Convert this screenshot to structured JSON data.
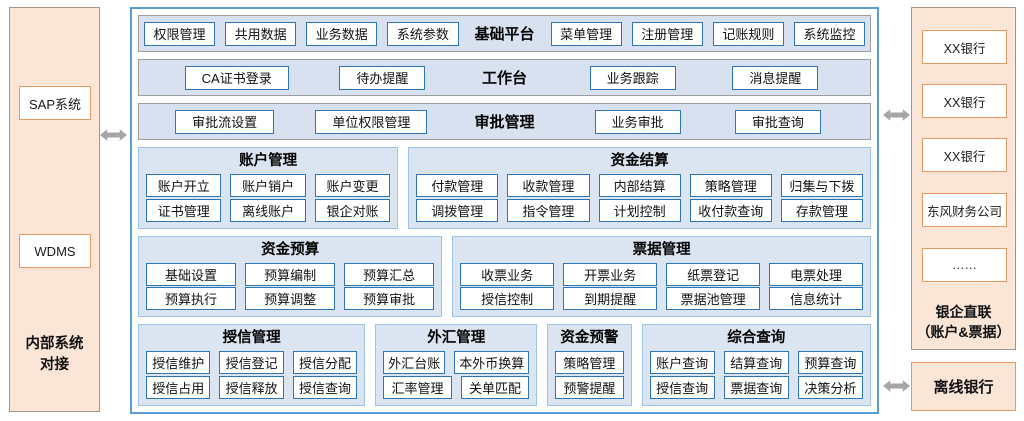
{
  "colors": {
    "accent_blue": "#2e75b6",
    "container_blue": "#5b9bd5",
    "band_fill": "#d7e1f0",
    "group_fill": "#dbe5f1",
    "group_border": "#9dc3e6",
    "panel_peach": "#fae5d7",
    "orange_border": "#e49a62",
    "arrow_gray": "#a6a6a6"
  },
  "left_panel": {
    "systems": [
      "SAP系统",
      "WDMS"
    ],
    "caption_lines": [
      "内部系统",
      "对接"
    ]
  },
  "platform": {
    "bands": [
      {
        "label": "基础平台",
        "left": [
          "权限管理",
          "共用数据",
          "业务数据",
          "系统参数"
        ],
        "right": [
          "菜单管理",
          "注册管理",
          "记账规则",
          "系统监控"
        ]
      },
      {
        "label": "工作台",
        "left": [
          "CA证书登录",
          "待办提醒"
        ],
        "right": [
          "业务跟踪",
          "消息提醒"
        ]
      },
      {
        "label": "审批管理",
        "left": [
          "审批流设置",
          "单位权限管理"
        ],
        "right": [
          "业务审批",
          "审批查询"
        ]
      }
    ],
    "group_rows": [
      [
        {
          "title": "账户管理",
          "button_rows": [
            [
              "账户开立",
              "账户销户",
              "账户变更"
            ],
            [
              "证书管理",
              "离线账户",
              "银企对账"
            ]
          ]
        },
        {
          "title": "资金结算",
          "button_rows": [
            [
              "付款管理",
              "收款管理",
              "内部结算",
              "策略管理",
              "归集与下拨"
            ],
            [
              "调拨管理",
              "指令管理",
              "计划控制",
              "收付款查询",
              "存款管理"
            ]
          ]
        }
      ],
      [
        {
          "title": "资金预算",
          "button_rows": [
            [
              "基础设置",
              "预算编制",
              "预算汇总"
            ],
            [
              "预算执行",
              "预算调整",
              "预算审批"
            ]
          ]
        },
        {
          "title": "票据管理",
          "button_rows": [
            [
              "收票业务",
              "开票业务",
              "纸票登记",
              "电票处理"
            ],
            [
              "授信控制",
              "到期提醒",
              "票据池管理",
              "信息统计"
            ]
          ]
        }
      ],
      [
        {
          "title": "授信管理",
          "button_rows": [
            [
              "授信维护",
              "授信登记",
              "授信分配"
            ],
            [
              "授信占用",
              "授信释放",
              "授信查询"
            ]
          ]
        },
        {
          "title": "外汇管理",
          "button_rows": [
            [
              "外汇台账",
              "本外币换算"
            ],
            [
              "汇率管理",
              "关单匹配"
            ]
          ]
        },
        {
          "title": "资金预警",
          "button_rows": [
            [
              "策略管理"
            ],
            [
              "预警提醒"
            ]
          ]
        },
        {
          "title": "综合查询",
          "button_rows": [
            [
              "账户查询",
              "结算查询",
              "预算查询"
            ],
            [
              "授信查询",
              "票据查询",
              "决策分析"
            ]
          ]
        }
      ]
    ]
  },
  "right_panel": {
    "institutions": [
      "XX银行",
      "XX银行",
      "XX银行",
      "东风财务公司",
      "……"
    ],
    "caption_lines": [
      "银企直联",
      "（账户&票据）"
    ]
  },
  "offline_bank": {
    "label": "离线银行"
  }
}
